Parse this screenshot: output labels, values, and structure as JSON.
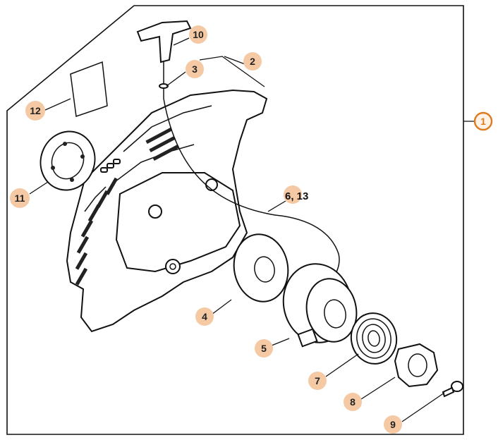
{
  "diagram": {
    "accent_color": "#e07a1f",
    "badge_color": "#f5c9a3",
    "assembly_label": "1",
    "callouts": [
      {
        "id": "c10",
        "label": "10"
      },
      {
        "id": "c3",
        "label": "3"
      },
      {
        "id": "c2",
        "label": "2"
      },
      {
        "id": "c12",
        "label": "12"
      },
      {
        "id": "c11",
        "label": "11"
      },
      {
        "id": "c6-13",
        "label": "6, 13"
      },
      {
        "id": "c4",
        "label": "4"
      },
      {
        "id": "c5",
        "label": "5"
      },
      {
        "id": "c7",
        "label": "7"
      },
      {
        "id": "c8",
        "label": "8"
      },
      {
        "id": "c9",
        "label": "9"
      }
    ]
  }
}
